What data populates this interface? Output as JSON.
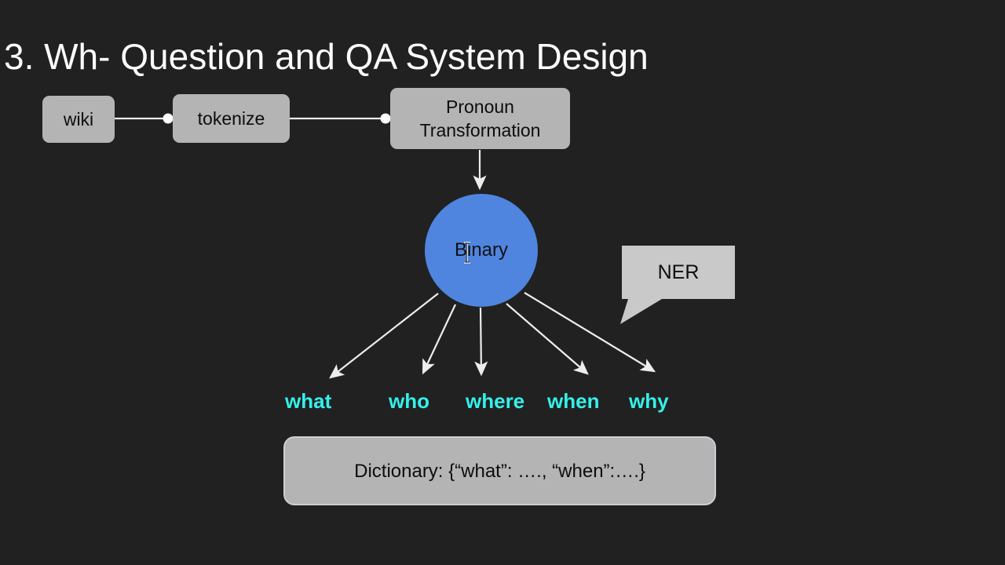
{
  "slide": {
    "title": "3. Wh- Question and QA System Design",
    "background_color": "#212121",
    "title_color": "#fdfdfd"
  },
  "palette": {
    "box_fill": "#b4b4b4",
    "bubble_fill": "#c9c9c9",
    "circle_fill": "#4f85df",
    "wh_word_color": "#35f0ea",
    "connector_color": "#e8e8e8",
    "node_text_color": "#0d0d0d"
  },
  "pipeline": {
    "nodes": [
      {
        "id": "wiki",
        "label": "wiki",
        "shape": "rounded-rect"
      },
      {
        "id": "tokenize",
        "label": "tokenize",
        "shape": "rounded-rect"
      },
      {
        "id": "pronoun",
        "label": "Pronoun\nTransformation",
        "line1": "Pronoun",
        "line2": "Transformation",
        "shape": "rounded-rect"
      }
    ],
    "connector_dots": 2
  },
  "classifier": {
    "label": "Binary",
    "shape": "circle"
  },
  "annotation": {
    "label": "NER",
    "shape": "speech-bubble",
    "tail_direction": "down-left"
  },
  "wh_words": [
    {
      "label": "what"
    },
    {
      "label": "who"
    },
    {
      "label": "where"
    },
    {
      "label": "when"
    },
    {
      "label": "why"
    }
  ],
  "dictionary": {
    "label": "Dictionary: {“what”: …., “when”:….}"
  },
  "cursor": {
    "type": "text-ibeam"
  }
}
